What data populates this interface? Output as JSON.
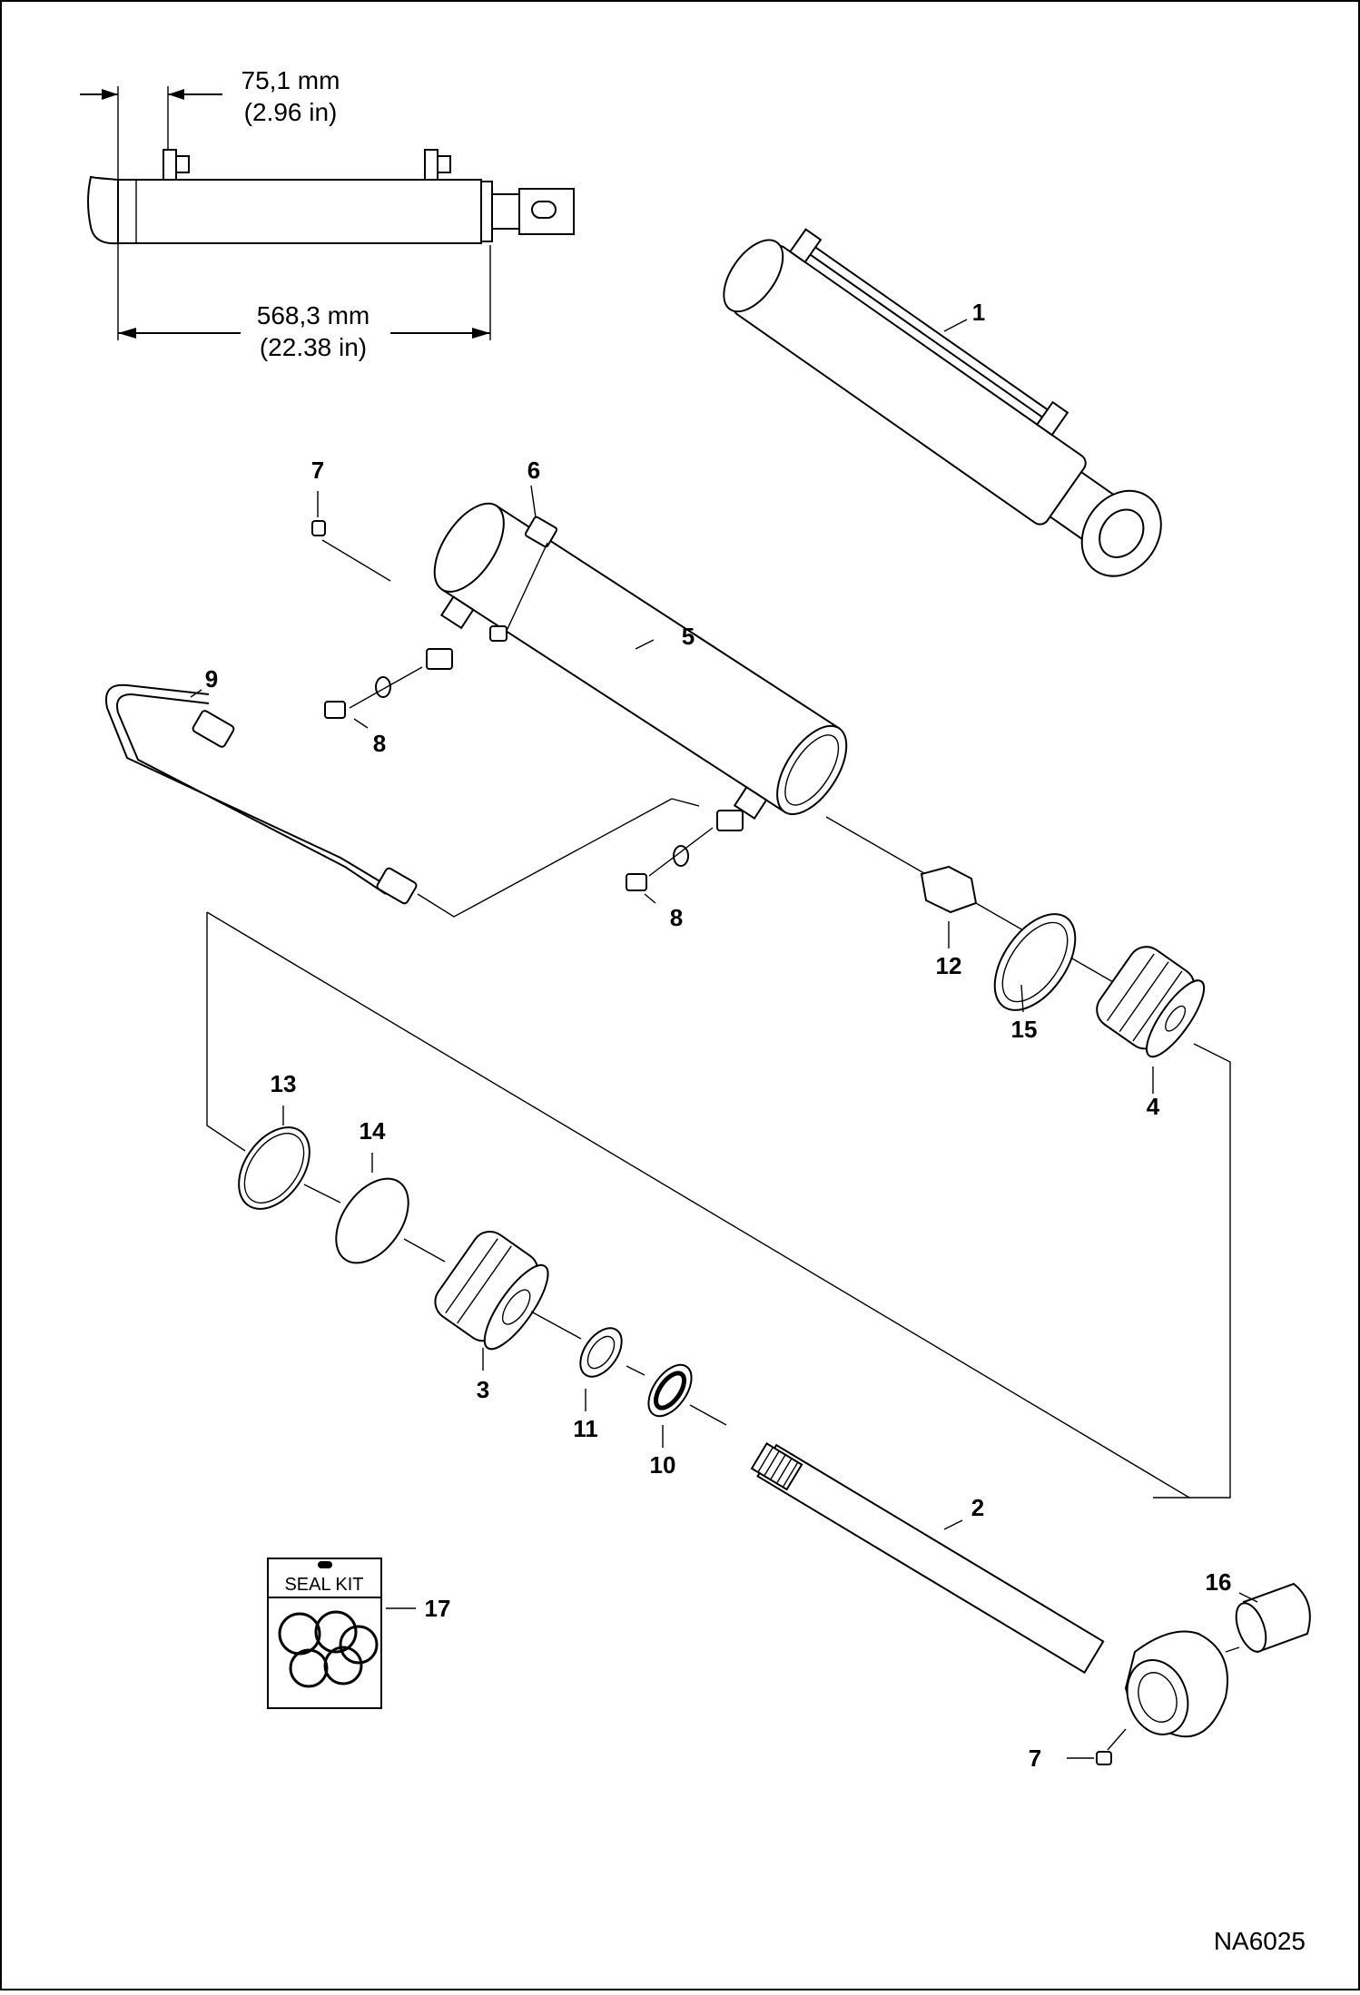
{
  "dimensions": {
    "port_offset_mm": "75,1 mm",
    "port_offset_in": "(2.96 in)",
    "overall_length_mm": "568,3 mm",
    "overall_length_in": "(22.38 in)"
  },
  "callouts": [
    {
      "key": "c1",
      "label": "1"
    },
    {
      "key": "c2",
      "label": "2"
    },
    {
      "key": "c3",
      "label": "3"
    },
    {
      "key": "c4",
      "label": "4"
    },
    {
      "key": "c5",
      "label": "5"
    },
    {
      "key": "c6",
      "label": "6"
    },
    {
      "key": "c7a",
      "label": "7"
    },
    {
      "key": "c7b",
      "label": "7"
    },
    {
      "key": "c8a",
      "label": "8"
    },
    {
      "key": "c8b",
      "label": "8"
    },
    {
      "key": "c9",
      "label": "9"
    },
    {
      "key": "c10",
      "label": "10"
    },
    {
      "key": "c11",
      "label": "11"
    },
    {
      "key": "c12",
      "label": "12"
    },
    {
      "key": "c13",
      "label": "13"
    },
    {
      "key": "c14",
      "label": "14"
    },
    {
      "key": "c15",
      "label": "15"
    },
    {
      "key": "c16",
      "label": "16"
    },
    {
      "key": "c17",
      "label": "17"
    }
  ],
  "seal_kit_label": "SEAL KIT",
  "drawing_code": "NA6025"
}
